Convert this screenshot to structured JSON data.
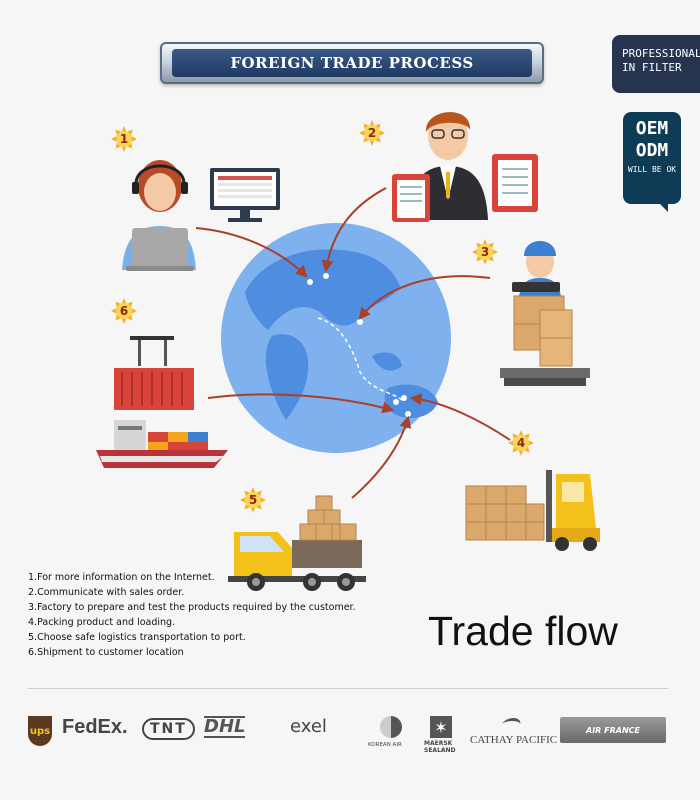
{
  "header": {
    "title": "FOREIGN TRADE PROCESS"
  },
  "badges": {
    "filter_line1": "PROFESSIONAL",
    "filter_line2": "IN FILTER",
    "oem": "OEM",
    "odm": "ODM",
    "oem_note": "WILL BE OK"
  },
  "step_numbers": [
    "1",
    "2",
    "3",
    "4",
    "5",
    "6"
  ],
  "steps": [
    "1.For more information on the Internet.",
    "2.Communicate with sales order.",
    "3.Factory to prepare and test the products required by the customer.",
    "4.Packing product and loading.",
    "5.Choose safe logistics transportation to port.",
    "6.Shipment to customer location"
  ],
  "flow_title": "Trade flow",
  "logos": {
    "ups": "ups",
    "fedex": "FedEx.",
    "tnt": "TNT",
    "dhl": "DHL",
    "exel": "exel",
    "korean_air": "KOREAN AIR",
    "maersk_1": "MAERSK",
    "maersk_2": "SEALAND",
    "cathay": "CATHAY PACIFIC",
    "air_france": "AIR FRANCE"
  },
  "colors": {
    "arrow": "#a9402a",
    "globe_ocean": "#7fb1ef",
    "globe_land": "#4f8de0",
    "badge_star": "#f6b21b"
  }
}
